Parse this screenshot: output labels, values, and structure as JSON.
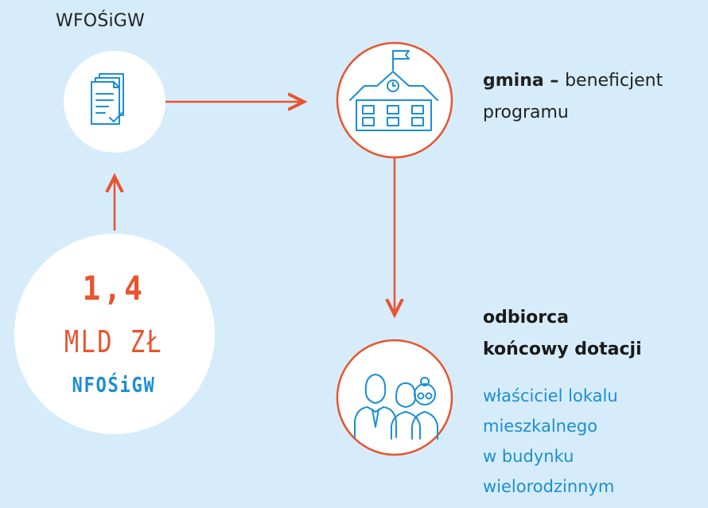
{
  "nodes": {
    "wfos": {
      "label": "WFOŚiGW",
      "icon": "documents-check-icon"
    },
    "amount": {
      "value": "1,4",
      "unit": "MLD ZŁ",
      "source": "NFOŚiGW"
    },
    "gmina": {
      "title": "gmina",
      "dash": " – ",
      "rest_line1": "beneficjent",
      "rest_line2": "programu",
      "icon": "school-building-icon"
    },
    "recipient": {
      "title_line1": "odbiorca",
      "title_line2": "końcowy dotacji",
      "desc_lines": [
        "właściciel lokalu",
        "mieszkalnego",
        "w budynku",
        "wielorodzinnym"
      ],
      "icon": "people-group-icon"
    }
  },
  "colors": {
    "background": "#d6ecfa",
    "accent_orange": "#e8542f",
    "accent_blue": "#1b8ed2",
    "circle_fill": "#ffffff"
  }
}
